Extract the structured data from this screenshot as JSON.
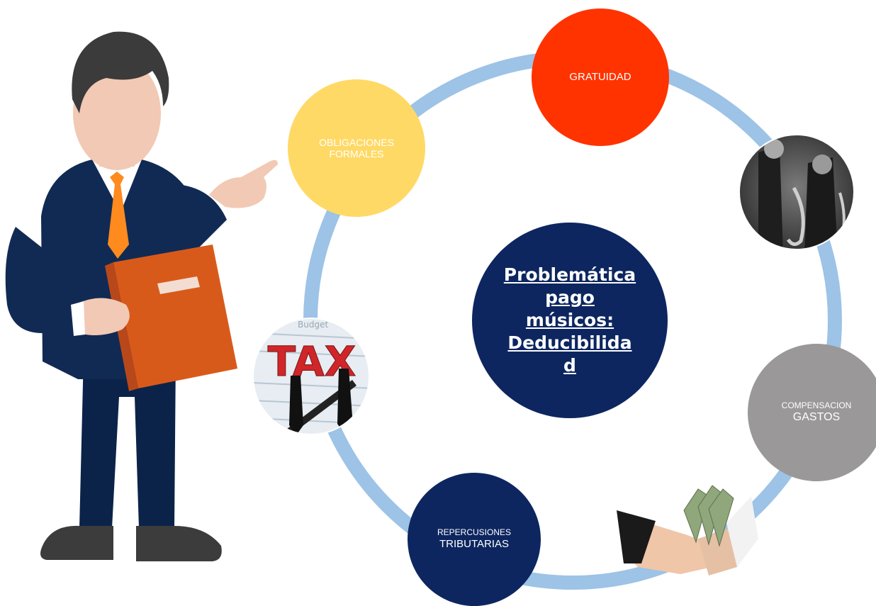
{
  "diagram": {
    "center": {
      "label": "Problemática pago músicos: Deducibilida d"
    },
    "nodes": [
      {
        "id": "gratuidad",
        "label": "GRATUIDAD",
        "color": "#ff3300"
      },
      {
        "id": "obligaciones",
        "label": "OBLIGACIONES FORMALES",
        "color": "#ffd966"
      },
      {
        "id": "compensacion",
        "line1": "COMPENSACION",
        "line2": "GASTOS",
        "color": "#9a9898"
      },
      {
        "id": "repercusiones",
        "line1": "REPERCUSIONES",
        "line2": "TRIBUTARIAS",
        "color": "#0d2660"
      }
    ],
    "photos": {
      "tax_text": "TAX",
      "budget_text": "Budget"
    },
    "ring_color": "#9dc3e6",
    "center_color": "#0d2660"
  }
}
